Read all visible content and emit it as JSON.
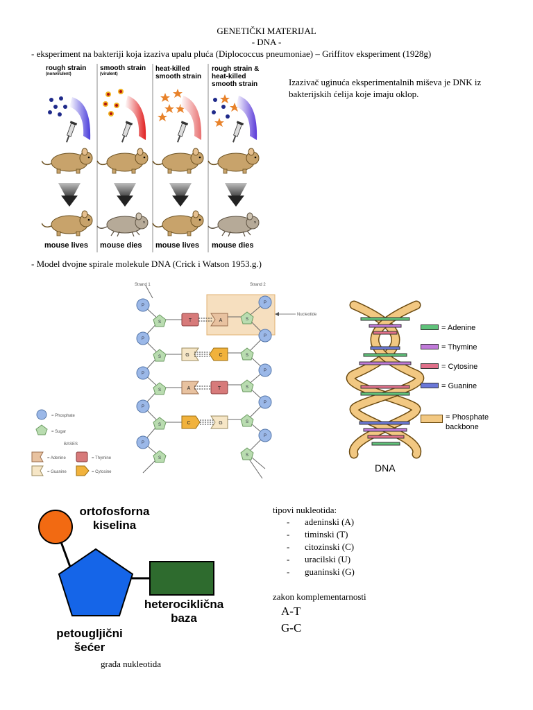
{
  "header": {
    "title": "GENETIČKI MATERIJAL",
    "subtitle": "- DNA -",
    "experiment_line": "- eksperiment na bakteriji koja izaziva upalu pluća (Diplococcus pneumoniae) – Griffitov eksperiment (1928g)"
  },
  "griffith": {
    "panels": [
      {
        "title": "rough strain",
        "sub": "(nonvirulent)",
        "outcome": "mouse lives"
      },
      {
        "title": "smooth strain",
        "sub": "(virulent)",
        "outcome": "mouse dies"
      },
      {
        "title": "heat-killed smooth strain",
        "sub": "",
        "outcome": "mouse lives"
      },
      {
        "title": "rough strain & heat-killed smooth strain",
        "sub": "",
        "outcome": "mouse dies"
      }
    ],
    "note": "Izazivač uginuća eksperimentalnih miševa je DNK iz bakterijskih ćelija koje imaju oklop."
  },
  "model_line": "- Model dvojne spirale molekule DNA (Crick i Watson 1953.g.)",
  "ladder": {
    "strand1": "Strand 1",
    "strand2": "Strand 2",
    "nucleotide": "Nucleotide",
    "phosphate_letter": "P",
    "sugar_letter": "S",
    "rungs": [
      {
        "left": "T",
        "right": "A"
      },
      {
        "left": "G",
        "right": "C"
      },
      {
        "left": "A",
        "right": "T"
      },
      {
        "left": "C",
        "right": "G"
      }
    ],
    "legend": {
      "phosphate": "= Phosphate",
      "sugar": "= Sugar",
      "bases": "BASES",
      "adenine": "= Adenine",
      "thymine": "= Thymine",
      "guanine": "= Guanine",
      "cytosine": "= Cytosine"
    }
  },
  "helix": {
    "label": "DNA",
    "legend": [
      {
        "label": "= Adenine",
        "color": "#5fc27a"
      },
      {
        "label": "= Thymine",
        "color": "#c07ad9"
      },
      {
        "label": "= Cytosine",
        "color": "#e0708a"
      },
      {
        "label": "= Guanine",
        "color": "#6b78d8"
      }
    ],
    "backbone": [
      "= Phosphate",
      "backbone"
    ]
  },
  "nucleotide_diagram": {
    "acid": [
      "ortofosforna",
      "kiselina"
    ],
    "base": [
      "heterociklična",
      "baza"
    ],
    "sugar": [
      "petougljični",
      "šećer"
    ],
    "caption": "građa nukleotida",
    "colors": {
      "acid": "#f26a12",
      "sugar": "#1565e8",
      "base": "#2e6b2e"
    }
  },
  "types": {
    "title": "tipovi nukleotida:",
    "items": [
      "adeninski (A)",
      "timinski (T)",
      "citozinski (C)",
      "uracilski (U)",
      "guaninski (G)"
    ]
  },
  "complementarity": {
    "title": "zakon komplementarnosti",
    "pairs": [
      "A-T",
      "G-C"
    ]
  }
}
